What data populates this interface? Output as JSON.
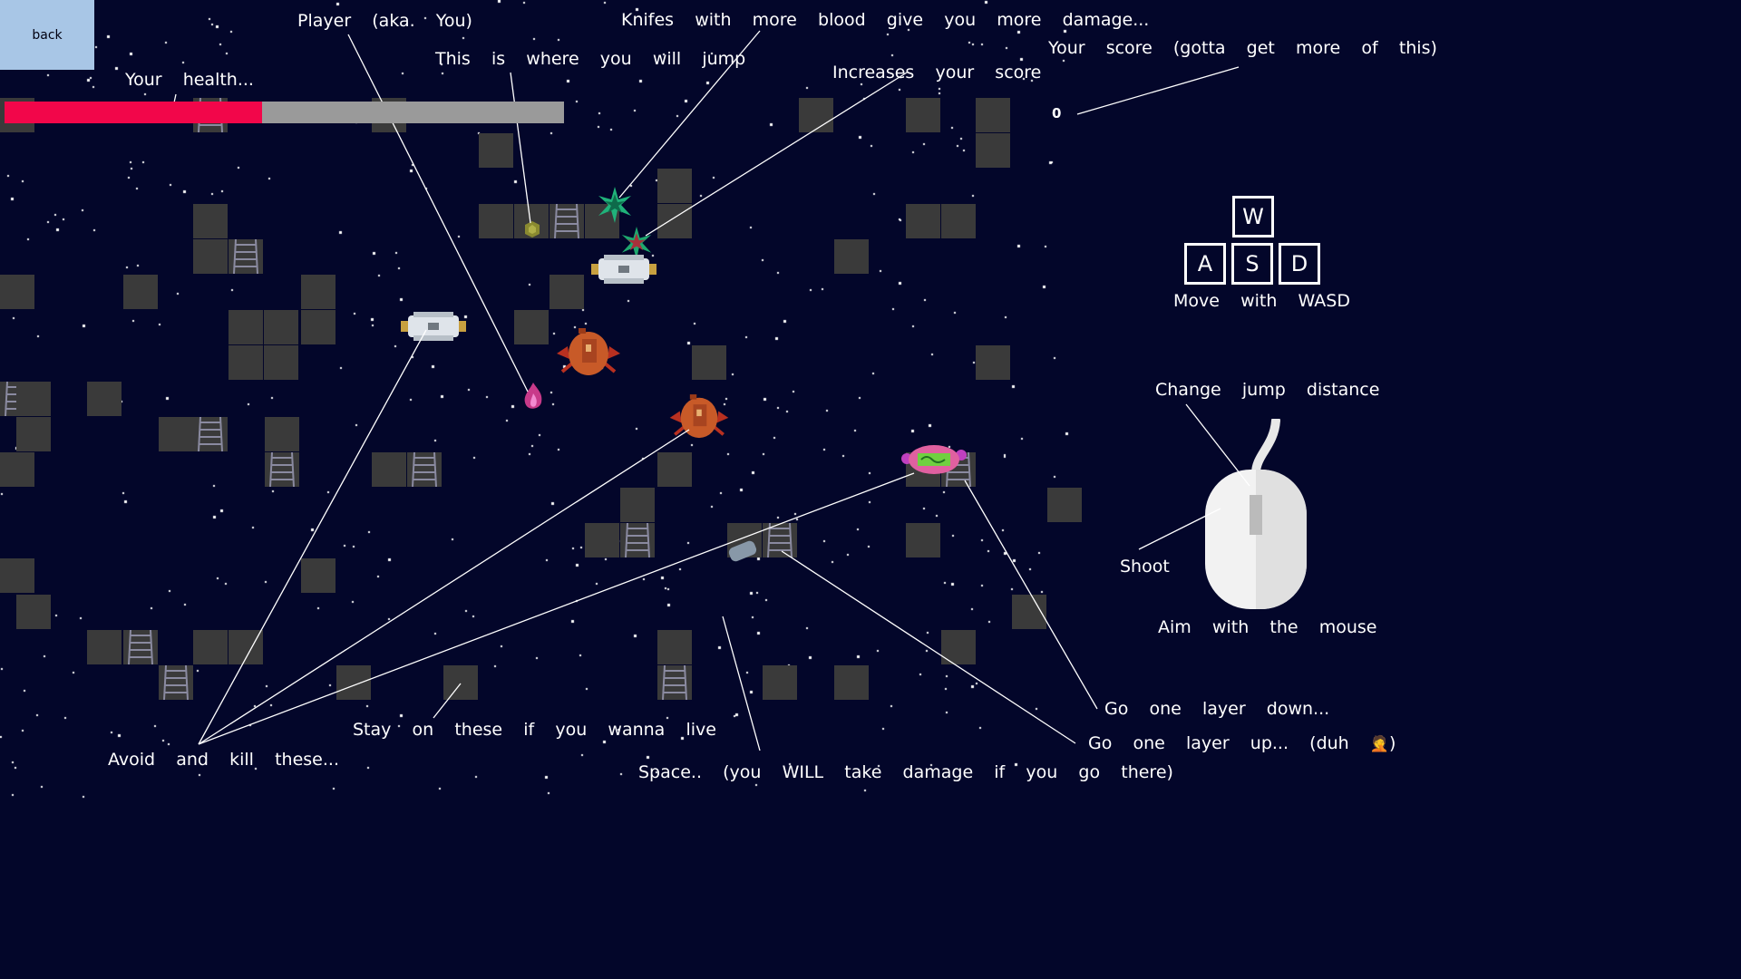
{
  "back_button": {
    "label": "back"
  },
  "hud": {
    "health_level": 0.46,
    "score": "0"
  },
  "colors": {
    "background": "#03062a",
    "tile": "#3a3a3a",
    "health_fill": "#f2064a",
    "health_empty": "#9a9a9a",
    "back_button": "#a8c6e6"
  },
  "annotations": {
    "player": "Player (aka. You)",
    "knifes": "Knifes with more blood give you more damage...",
    "jump": "This is where you will jump",
    "health": "Your health...",
    "increases": "Increases your score",
    "score": "Your score (gotta get more of this)",
    "move": "Move with WASD",
    "jump_distance": "Change jump distance",
    "shoot": "Shoot",
    "aim": "Aim with the mouse",
    "layer_down": "Go one layer down...",
    "layer_up": "Go one layer up... (duh",
    "layer_up_end": ")",
    "facepalm": "🤦",
    "stay": "Stay on these if you wanna live",
    "avoid": "Avoid and kill these...",
    "space": "Space.. (you WILL take damage if you go there)"
  },
  "keys": {
    "w": "W",
    "a": "A",
    "s": "S",
    "d": "D"
  },
  "icons": {
    "player": "player-flame-icon",
    "knife": "knife-star-icon",
    "jump_target": "jump-target-icon",
    "ladder": "ladder-icon",
    "mouse": "mouse-icon",
    "enemy_crab": "crab-enemy-icon",
    "enemy_ship": "ship-enemy-icon",
    "enemy_bug": "bug-enemy-icon",
    "canister": "canister-icon"
  }
}
